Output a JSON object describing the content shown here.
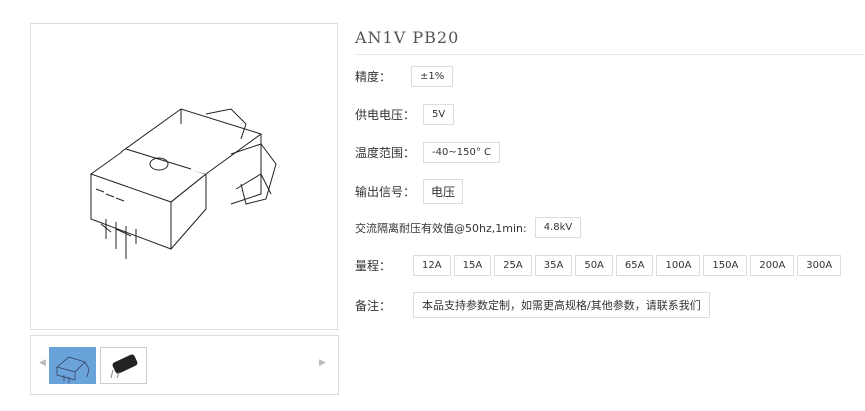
{
  "product": {
    "title": "AN1V PB20"
  },
  "specs": [
    {
      "label": "精度：",
      "value": "±1%"
    },
    {
      "label": "供电电压：",
      "value": "5V"
    },
    {
      "label": "温度范围：",
      "value": "-40~150° C"
    },
    {
      "label": "输出信号：",
      "value": "电压"
    },
    {
      "label": "交流隔离耐压有效值@50hz,1min:",
      "value": "4.8kV"
    }
  ],
  "range": {
    "label": "量程：",
    "options": [
      "12A",
      "15A",
      "25A",
      "35A",
      "50A",
      "65A",
      "100A",
      "150A",
      "200A",
      "300A"
    ]
  },
  "note": {
    "label": "备注：",
    "value": "本品支持参数定制，如需更高规格/其他参数，请联系我们"
  },
  "gallery": {
    "prev": "◀",
    "next": "▶",
    "selected_color": "#6aa3da"
  }
}
